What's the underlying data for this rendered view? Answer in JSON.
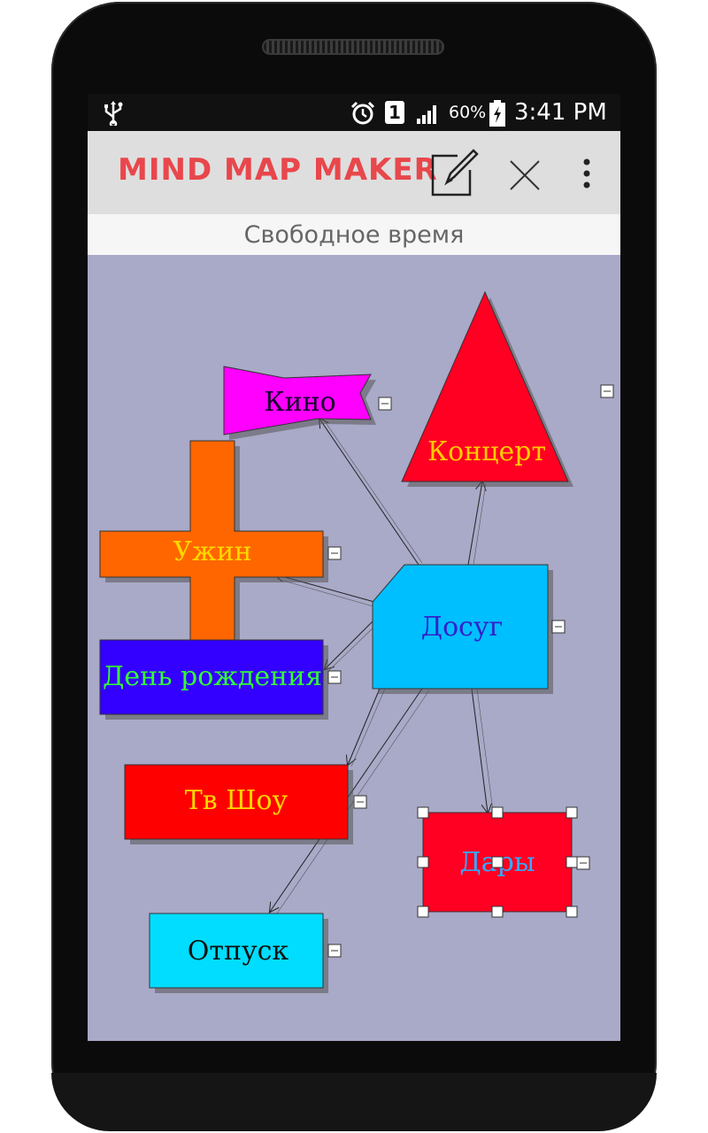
{
  "status_bar": {
    "usb_icon": "usb-icon",
    "alarm_icon": "alarm-clock-icon",
    "sim_slot": "1",
    "signal_icon": "signal-icon",
    "battery_percent": "60%",
    "battery_icon": "battery-charging-icon",
    "time": "3:41 PM"
  },
  "app_bar": {
    "title": "MIND MAP MAKER",
    "edit_icon": "edit-icon",
    "close_icon": "close-icon",
    "menu_icon": "overflow-menu-icon"
  },
  "map": {
    "title": "Свободное время",
    "background": "#a9a9c8",
    "nodes": [
      {
        "id": "kino",
        "label": "Кино",
        "shape": "trapezoid-funnel",
        "fill": "#ff00ff",
        "text_color": "#1a0030"
      },
      {
        "id": "koncert",
        "label": "Концерт",
        "shape": "triangle",
        "fill": "#ff0022",
        "text_color": "#ffcc00"
      },
      {
        "id": "uzhin",
        "label": "Ужин",
        "shape": "cross",
        "fill": "#ff6600",
        "text_color": "#ffd700"
      },
      {
        "id": "dosug",
        "label": "Досуг",
        "shape": "snipped-rectangle",
        "fill": "#00bfff",
        "text_color": "#3322cc"
      },
      {
        "id": "den_rozhdeniya",
        "label": "День рождения",
        "shape": "rectangle",
        "fill": "#3300ff",
        "text_color": "#33ff33"
      },
      {
        "id": "tv_shou",
        "label": "Тв Шоу",
        "shape": "rectangle",
        "fill": "#ff0000",
        "text_color": "#ffd700"
      },
      {
        "id": "dary",
        "label": "Дары",
        "shape": "rectangle",
        "fill": "#ff0022",
        "text_color": "#33aaff",
        "selected": true
      },
      {
        "id": "otpusk",
        "label": "Отпуск",
        "shape": "rectangle",
        "fill": "#00ddff",
        "text_color": "#111111"
      }
    ],
    "collapse_icon": "collapse-minus-icon"
  }
}
